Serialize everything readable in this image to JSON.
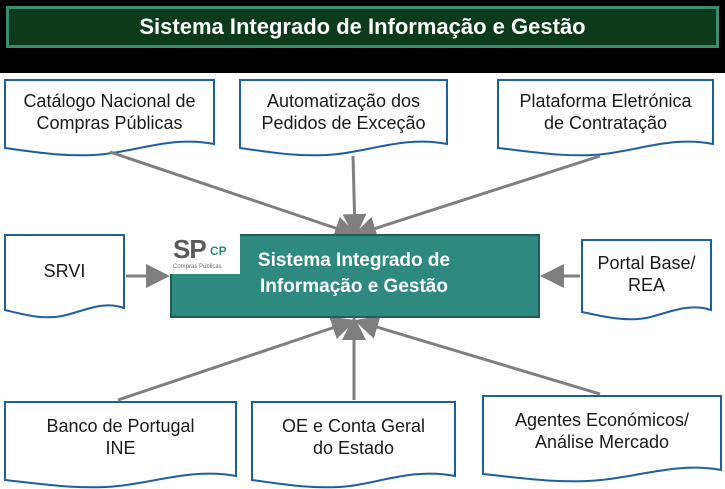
{
  "title": "Sistema Integrado de Informação e Gestão",
  "logo": {
    "sp": "SP",
    "cp": "CP",
    "subtitle": "Compras Públicas"
  },
  "hub": {
    "line1": "Sistema Integrado de",
    "line2": "Informação e Gestão"
  },
  "nodes": {
    "catalogo": {
      "line1": "Catálogo Nacional de",
      "line2": "Compras Públicas"
    },
    "automatizacao": {
      "line1": "Automatização dos",
      "line2": "Pedidos de Exceção"
    },
    "plataforma": {
      "line1": "Plataforma Eletrónica",
      "line2": "de Contratação"
    },
    "srvi": {
      "line1": "SRVI"
    },
    "portal": {
      "line1": "Portal Base/",
      "line2": "REA"
    },
    "banco": {
      "line1": "Banco de Portugal",
      "line2": "INE"
    },
    "oe": {
      "line1": "OE e Conta Geral",
      "line2": "do Estado"
    },
    "agentes": {
      "line1": "Agentes Económicos/",
      "line2": "Análise Mercado"
    }
  },
  "colors": {
    "title_bg": "#0b3b1b",
    "title_border": "#3d8a6c",
    "hub_fill": "#2e8a80",
    "doc_border": "#1f5fa0",
    "arrow": "#7f7f7f"
  }
}
